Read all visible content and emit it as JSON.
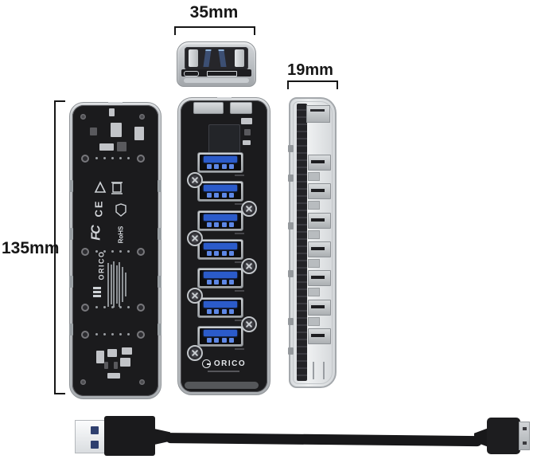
{
  "page": {
    "description": "Dimension diagram of a transparent 7-port USB 3.0 hub shown from back, front and side, with detachable USB cable"
  },
  "annotations": {
    "top_width_label": "35mm",
    "side_depth_label": "19mm",
    "body_length_label": "135mm"
  },
  "front_view": {
    "brand": "ORICO",
    "port_count": 7
  },
  "back_view": {
    "brand_vertical": "ORICO",
    "cert_fcc": "FC",
    "cert_ce": "CE",
    "cert_rohs": "RoHS"
  },
  "icons": {
    "recycle": "triangle-outline-icon",
    "weee": "crossed-bin-icon",
    "shield": "shield-outline-icon",
    "brand_mark": "circled-g-icon",
    "screw": "screw-post-icon"
  },
  "colors": {
    "dimension_text": "#161616",
    "case_gray": "#b4b8bc",
    "interior_dark": "#1b1b1d",
    "usb_tongue_blue": "#2b5bca",
    "usb_pin_blue": "#5d87e6",
    "cable_black": "#19191b"
  }
}
